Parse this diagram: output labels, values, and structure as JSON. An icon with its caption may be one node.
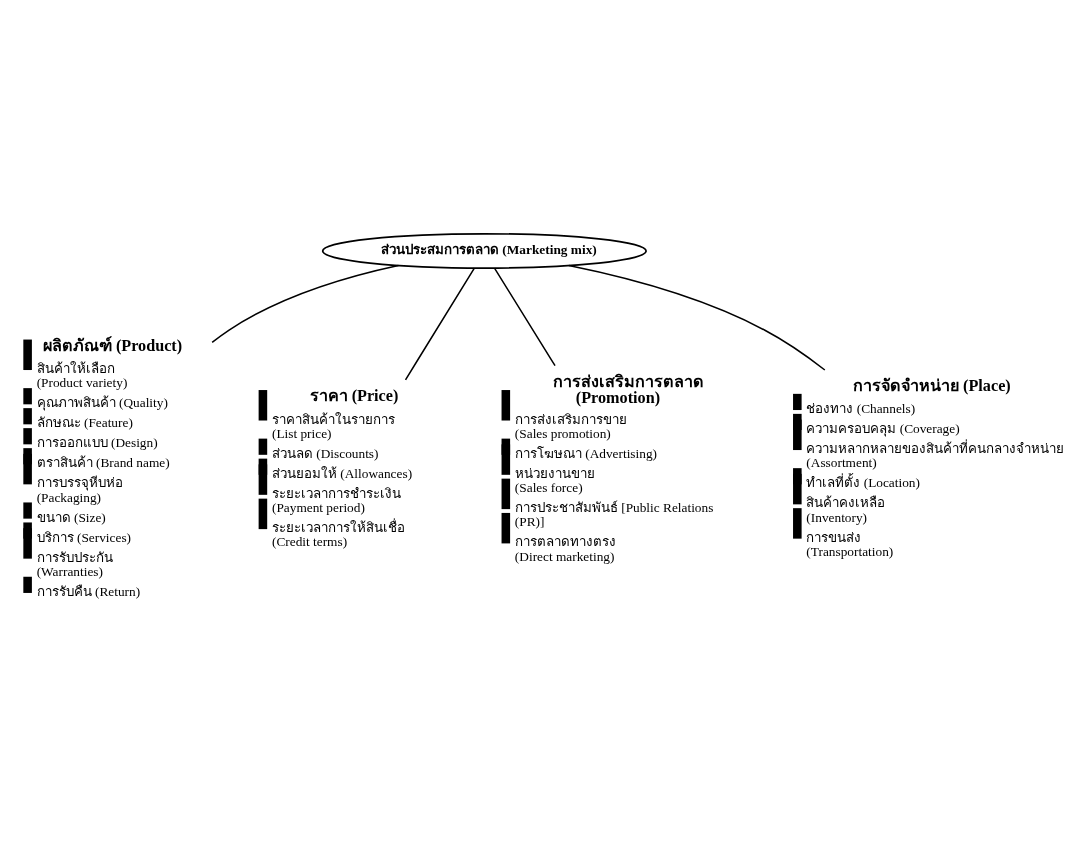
{
  "diagram": {
    "nodes": [
      {
        "text": [
          "ส่วนประสมการตลาด (Marketing mix)"
        ]
      },
      {
        "text": [
          "ผลิตภัณฑ์ (Product)",
          "สินค้าให้เลือก (Product variety)",
          "คุณภาพสินค้า (Quality)",
          "ลักษณะ (Feature)",
          "การออกแบบ (Design)",
          "ตราสินค้า (Brand name)",
          "การบรรจุหีบห่อ (Packaging)",
          "ขนาด (Size)",
          "บริการ (Services)",
          "การรับประกัน (Warranties)",
          "การรับคืน (Return)"
        ]
      },
      {
        "text": [
          "ราคา (Price)",
          "ราคาสินค้าในรายการ (List price)",
          "ส่วนลด (Discounts)",
          "ส่วนยอมให้ (Allowances)",
          "ระยะเวลาการชำระเงิน (Payment period)",
          "ระยะเวลาการให้สินเชื่อ (Credit terms)"
        ]
      },
      {
        "text": [
          "การส่งเสริมการตลาด (Promotion)",
          "การส่งเสริมการขาย (Sales promotion)",
          "การโฆษณา (Advertising)",
          "หน่วยงานขาย (Sales force)",
          "การประชาสัมพันธ์ [Public Relations (PR)]",
          "การตลาดทางตรง (Direct marketing)"
        ]
      },
      {
        "text": [
          "การจัดจำหน่าย (Place)",
          "ช่องทาง (Channels)",
          "ความครอบคลุม (Coverage)",
          "ความหลากหลายของสินค้าที่คนกลางจำหน่าย (Assortment)",
          "ทำเลที่ตั้ง (Location)",
          "สินค้าคงเหลือ (Inventory)",
          "การขนส่ง (Transportation)"
        ]
      }
    ],
    "edges": [
      {
        "from": 0,
        "to": 1,
        "arrow": "none"
      },
      {
        "from": 0,
        "to": 2,
        "arrow": "none"
      },
      {
        "from": 0,
        "to": 3,
        "arrow": "none"
      },
      {
        "from": 0,
        "to": 4,
        "arrow": "none"
      }
    ]
  }
}
